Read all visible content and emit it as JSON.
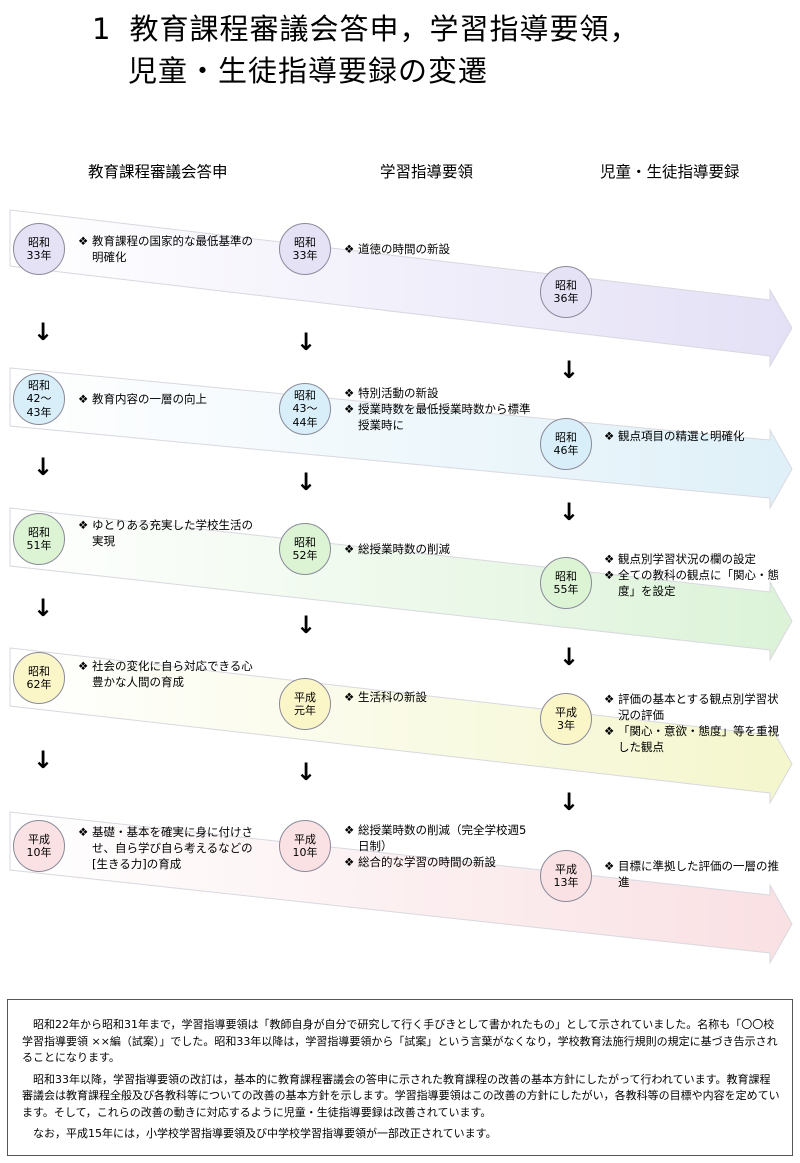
{
  "title": {
    "number": "1",
    "line1": "教育課程審議会答申，学習指導要領，",
    "line2": "児童・生徒指導要録の変遷"
  },
  "columns": {
    "council": "教育課程審議会答申",
    "guidelines": "学習指導要領",
    "records": "児童・生徒指導要録"
  },
  "council": [
    {
      "era": [
        "昭和",
        "33年"
      ],
      "notes": [
        "教育課程の国家的な最低基準の明確化"
      ]
    },
    {
      "era": [
        "昭和",
        "42～",
        "43年"
      ],
      "notes": [
        "教育内容の一層の向上"
      ]
    },
    {
      "era": [
        "昭和",
        "51年"
      ],
      "notes": [
        "ゆとりある充実した学校生活の実現"
      ]
    },
    {
      "era": [
        "昭和",
        "62年"
      ],
      "notes": [
        "社会の変化に自ら対応できる心豊かな人間の育成"
      ]
    },
    {
      "era": [
        "平成",
        "10年"
      ],
      "notes": [
        "基礎・基本を確実に身に付けさせ、自ら学び自ら考えるなどの[生きる力]の育成"
      ]
    }
  ],
  "guidelines": [
    {
      "era": [
        "昭和",
        "33年"
      ],
      "notes": [
        "道徳の時間の新設"
      ]
    },
    {
      "era": [
        "昭和",
        "43～",
        "44年"
      ],
      "notes": [
        "特別活動の新設",
        "授業時数を最低授業時数から標準授業時に"
      ]
    },
    {
      "era": [
        "昭和",
        "52年"
      ],
      "notes": [
        "総授業時数の削減"
      ]
    },
    {
      "era": [
        "平成",
        "元年"
      ],
      "notes": [
        "生活科の新設"
      ]
    },
    {
      "era": [
        "平成",
        "10年"
      ],
      "notes": [
        "総授業時数の削減（完全学校週5日制）",
        "総合的な学習の時間の新設"
      ]
    }
  ],
  "records": [
    {
      "era": [
        "昭和",
        "36年"
      ],
      "notes": []
    },
    {
      "era": [
        "昭和",
        "46年"
      ],
      "notes": [
        "観点項目の精選と明確化"
      ]
    },
    {
      "era": [
        "昭和",
        "55年"
      ],
      "notes": [
        "観点別学習状況の欄の設定",
        "全ての教科の観点に「関心・態度」を設定"
      ]
    },
    {
      "era": [
        "平成",
        "3年"
      ],
      "notes": [
        "評価の基本とする観点別学習状況の評価",
        "「関心・意欲・態度」等を重視した観点"
      ]
    },
    {
      "era": [
        "平成",
        "13年"
      ],
      "notes": [
        "目標に準拠した評価の一層の推進"
      ]
    }
  ],
  "bullet": "❖",
  "down_arrow": "↓",
  "colors": {
    "bands": [
      "#e4e0f6",
      "#dff0f8",
      "#dcf3d8",
      "#f4f6cc",
      "#f9e0e3"
    ],
    "circles": [
      "#e6e2f6",
      "#d8eef8",
      "#dcf3d4",
      "#fbf6c8",
      "#fae1e4"
    ]
  },
  "info": [
    "昭和22年から昭和31年まで，学習指導要領は「教師自身が自分で研究して行く手びきとして書かれたもの」として示されていました。名称も「〇〇校 学習指導要領 ××編（試案）」でした。昭和33年以降は，学習指導要領から「試案」という言葉がなくなり，学校教育法施行規則の規定に基づき告示されることになります。",
    "昭和33年以降，学習指導要領の改訂は，基本的に教育課程審議会の答申に示された教育課程の改善の基本方針にしたがって行われています。教育課程審議会は教育課程全般及び各教科等についての改善の基本方針を示します。学習指導要領はこの改善の方針にしたがい，各教科等の目標や内容を定めています。そして，これらの改善の動きに対応するように児童・生徒指導要録は改善されています。",
    "なお，平成15年には，小学校学習指導要領及び中学校学習指導要領が一部改正されています。"
  ]
}
